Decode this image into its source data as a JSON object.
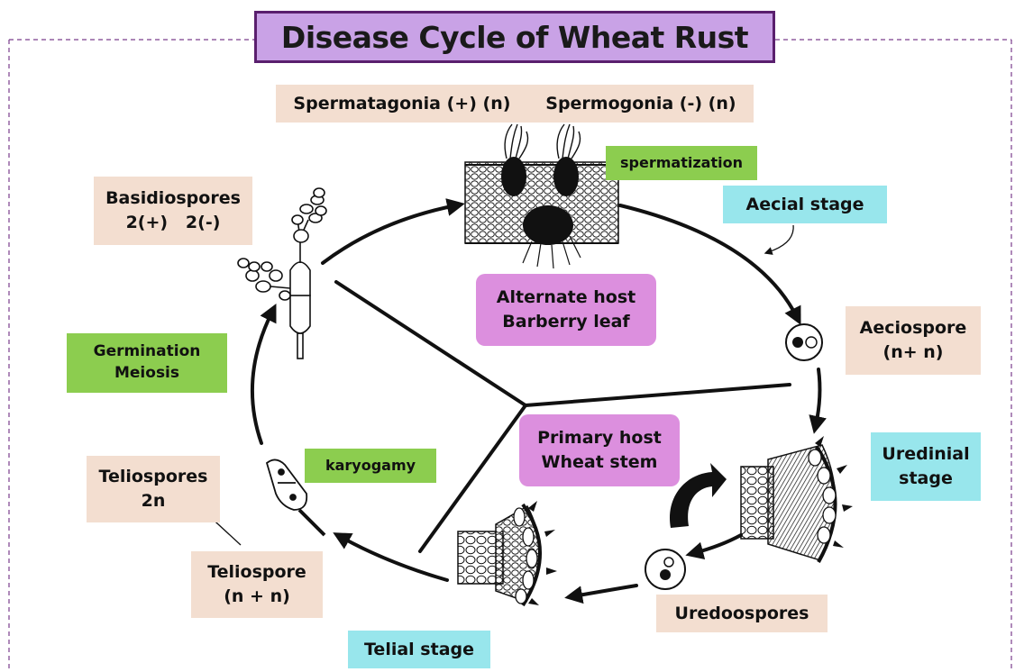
{
  "title": "Disease Cycle of Wheat Rust",
  "labels": {
    "spermatagonia": "Spermatagonia (+) (n)",
    "spermogonia": "Spermogonia (-) (n)",
    "spermatization": "spermatization",
    "aecial_stage": "Aecial stage",
    "basidiospores_1": "Basidiospores",
    "basidiospores_2": "2(+)   2(-)",
    "alternate_host_1": "Alternate host",
    "alternate_host_2": "Barberry leaf",
    "aeciospore_1": "Aeciospore",
    "aeciospore_2": "(n+ n)",
    "germination": "Germination",
    "meiosis": "Meiosis",
    "uredinial_1": "Uredinial",
    "uredinial_2": "stage",
    "primary_host_1": "Primary host",
    "primary_host_2": "Wheat stem",
    "karyogamy": "karyogamy",
    "teliospores_1": "Teliospores",
    "teliospores_2": "2n",
    "teliospore_1": "Teliospore",
    "teliospore_2": "(n + n)",
    "uredoospores": "Uredoospores",
    "telial_stage": "Telial stage"
  },
  "colors": {
    "title_bg": "#c9a2e6",
    "title_border": "#5a1f6e",
    "label_peach": "#f3ded0",
    "label_green": "#8ccd4f",
    "label_cyan": "#98e6ec",
    "host_violet": "#dc8fde",
    "frame_dash": "#7a3d8c"
  },
  "icons": [
    "spermogonium-leaf-icon",
    "basidium-icon",
    "aeciospore-icon",
    "uredinium-icon",
    "uredospore-icon",
    "telium-icon",
    "teliospore-icon",
    "cycle-arrow-icon"
  ]
}
